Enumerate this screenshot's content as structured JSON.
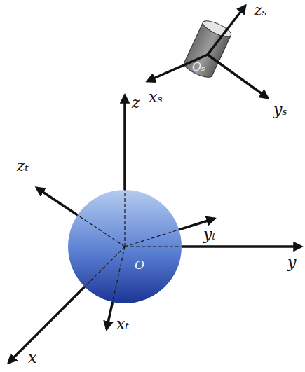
{
  "diagram": {
    "nodes": [
      {
        "text": [
          "O"
        ]
      },
      {
        "text": [
          "Oₛ"
        ]
      }
    ],
    "labels": [
      "z",
      "y",
      "x",
      "zₜ",
      "yₜ",
      "xₜ",
      "zₛ",
      "xₛ",
      "yₛ"
    ]
  }
}
